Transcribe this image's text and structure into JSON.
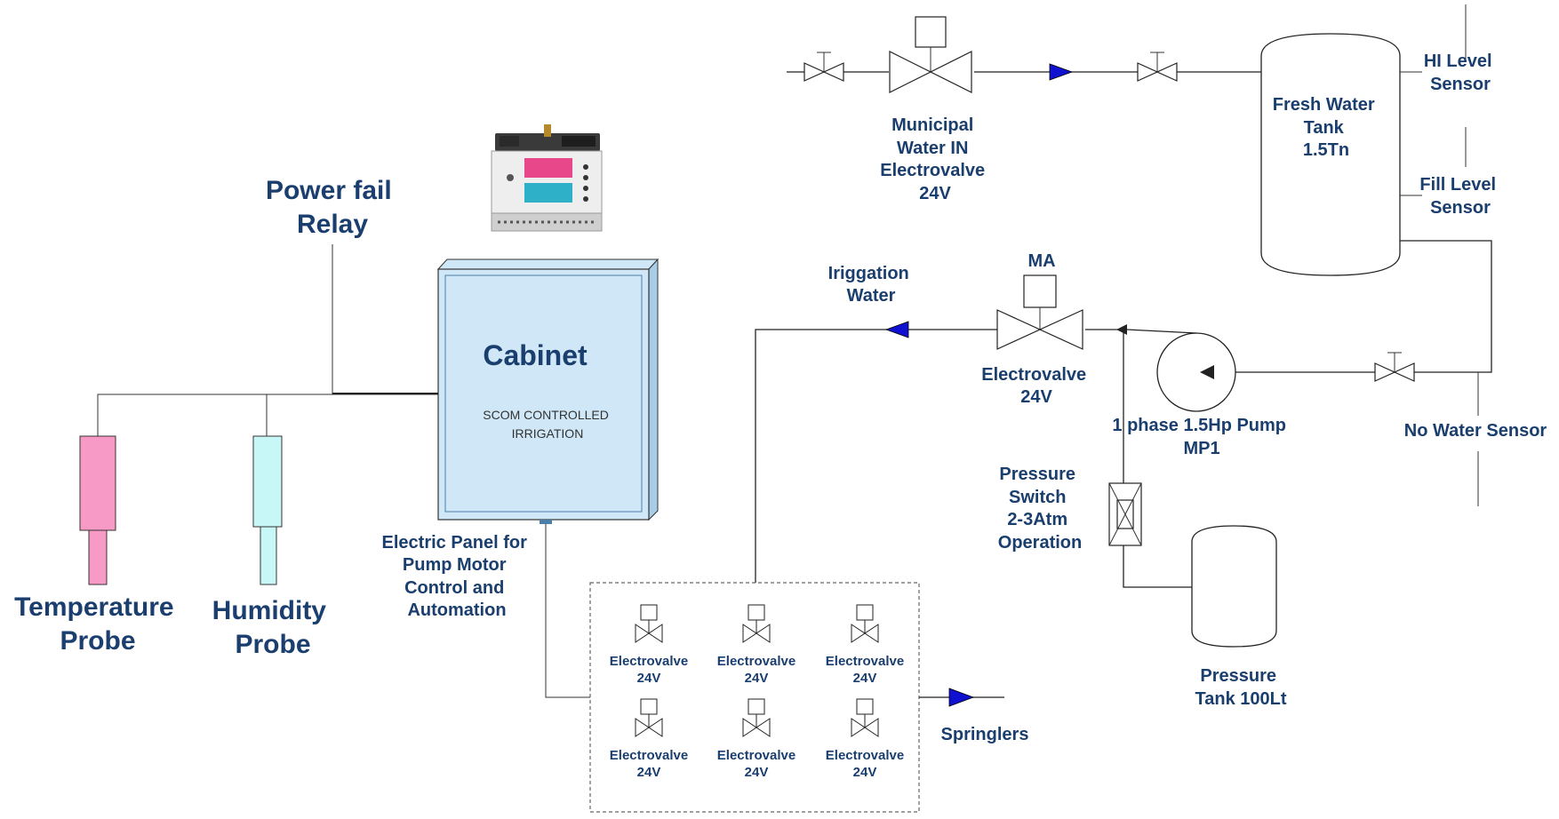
{
  "labels": {
    "municipal_valve": [
      "Municipal",
      "Water IN",
      "Electrovalve",
      "24V"
    ],
    "fresh_tank": [
      "Fresh Water",
      "Tank",
      "1.5Tn"
    ],
    "hi_level": [
      "HI Level",
      "Sensor"
    ],
    "fill_level": [
      "Fill Level",
      "Sensor"
    ],
    "no_water": "No Water Sensor",
    "ma": "MA",
    "main_valve": [
      "Electrovalve",
      "24V"
    ],
    "irrigation_water": [
      "Iriggation",
      "Water"
    ],
    "pump": [
      "1 phase 1.5Hp Pump",
      "MP1"
    ],
    "pressure_switch": [
      "Pressure",
      "Switch",
      "2-3Atm",
      "Operation"
    ],
    "pressure_tank": [
      "Pressure",
      "Tank 100Lt"
    ],
    "springlers": "Springlers",
    "zone_valve": [
      "Electrovalve",
      "24V"
    ],
    "cabinet_title": "Cabinet",
    "cabinet_sub": [
      "SCOM CONTROLLED",
      "IRRIGATION"
    ],
    "electric_panel": [
      "Electric Panel for",
      "Pump Motor",
      "Control and",
      "Automation"
    ],
    "power_fail": [
      "Power fail",
      "Relay"
    ],
    "temperature_probe": [
      "Temperature",
      "Probe"
    ],
    "humidity_probe": [
      "Humidity",
      "Probe"
    ]
  },
  "colors": {
    "label_text": "#1a3e6e",
    "arrow_blue": "#1010d0",
    "cabinet_fill": "#cfe7f7",
    "temp_probe": "#f79ac6",
    "humidity_probe": "#c8f7f7"
  }
}
